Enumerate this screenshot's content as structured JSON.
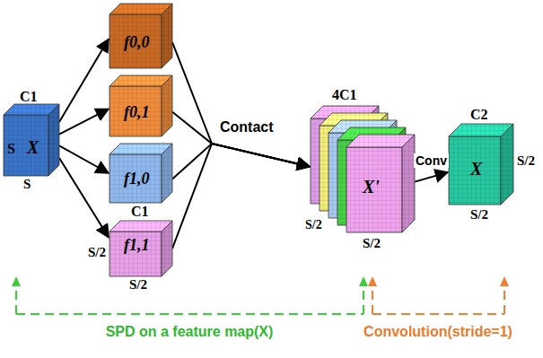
{
  "diagram": {
    "nodes": [
      {
        "text": [
          "C1",
          "S",
          "X",
          "S"
        ]
      },
      {
        "text": [
          "f0,0"
        ]
      },
      {
        "text": [
          "f0,1"
        ]
      },
      {
        "text": [
          "f1,0"
        ]
      },
      {
        "text": [
          "C1",
          "S/2",
          "f1,1",
          "S/2"
        ]
      },
      {
        "text": [
          "4C1",
          "S/2",
          "X'",
          "S/2"
        ]
      },
      {
        "text": [
          "C2",
          "X",
          "S/2",
          "S/2"
        ]
      }
    ],
    "edges": [
      {
        "from": 0,
        "to": 1,
        "arrow": "to"
      },
      {
        "from": 0,
        "to": 2,
        "arrow": "to"
      },
      {
        "from": 0,
        "to": 3,
        "arrow": "to"
      },
      {
        "from": 0,
        "to": 4,
        "arrow": "to"
      },
      {
        "from": 1,
        "to": 5,
        "arrow": "to"
      },
      {
        "from": 2,
        "to": 5,
        "label": "Contact",
        "arrow": "to"
      },
      {
        "from": 3,
        "to": 5,
        "arrow": "to"
      },
      {
        "from": 4,
        "to": 5,
        "arrow": "to"
      },
      {
        "from": 5,
        "to": 6,
        "label": "Conv",
        "arrow": "to"
      }
    ],
    "labels": [
      "SPD on a feature map(X)",
      "Convolution(stride=1)"
    ]
  }
}
